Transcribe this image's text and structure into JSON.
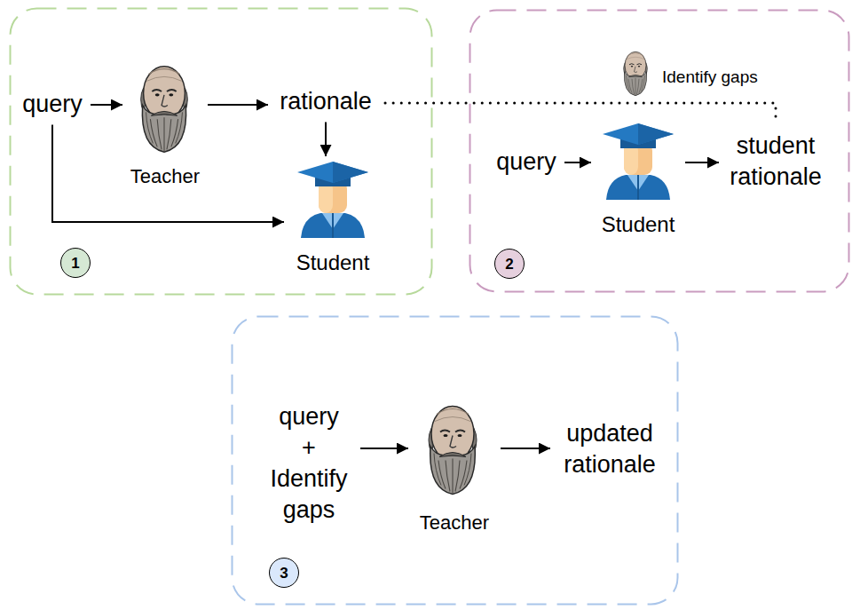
{
  "diagram": {
    "nodes": [
      {
        "text": [
          "1"
        ]
      },
      {
        "text": [
          "query"
        ],
        "in": 0
      },
      {
        "text": [
          "Teacher"
        ],
        "in": 0
      },
      {
        "text": [
          "rationale"
        ],
        "in": 0
      },
      {
        "text": [
          "Student"
        ],
        "in": 0
      },
      {
        "text": [
          "2"
        ]
      },
      {
        "text": [
          "Identify gaps"
        ],
        "in": 5
      },
      {
        "text": [
          "query"
        ],
        "in": 5
      },
      {
        "text": [
          "Student"
        ],
        "in": 5
      },
      {
        "text": [
          "student rationale"
        ],
        "in": 5
      },
      {
        "text": [
          "3"
        ]
      },
      {
        "text": [
          "query + Identify gaps"
        ],
        "in": 10
      },
      {
        "text": [
          "Teacher"
        ],
        "in": 10
      },
      {
        "text": [
          "updated rationale"
        ],
        "in": 10
      }
    ],
    "edges": [
      {
        "from": 1,
        "to": 2,
        "arrow": "to"
      },
      {
        "from": 2,
        "to": 3,
        "arrow": "to"
      },
      {
        "from": 3,
        "to": 4,
        "arrow": "to"
      },
      {
        "from": 1,
        "to": 4,
        "arrow": "to"
      },
      {
        "from": 3,
        "to": 9,
        "arrow": "none"
      },
      {
        "from": 7,
        "to": 8,
        "arrow": "to"
      },
      {
        "from": 8,
        "to": 9,
        "arrow": "to"
      },
      {
        "from": 11,
        "to": 12,
        "arrow": "to"
      },
      {
        "from": 12,
        "to": 13,
        "arrow": "to"
      }
    ]
  }
}
